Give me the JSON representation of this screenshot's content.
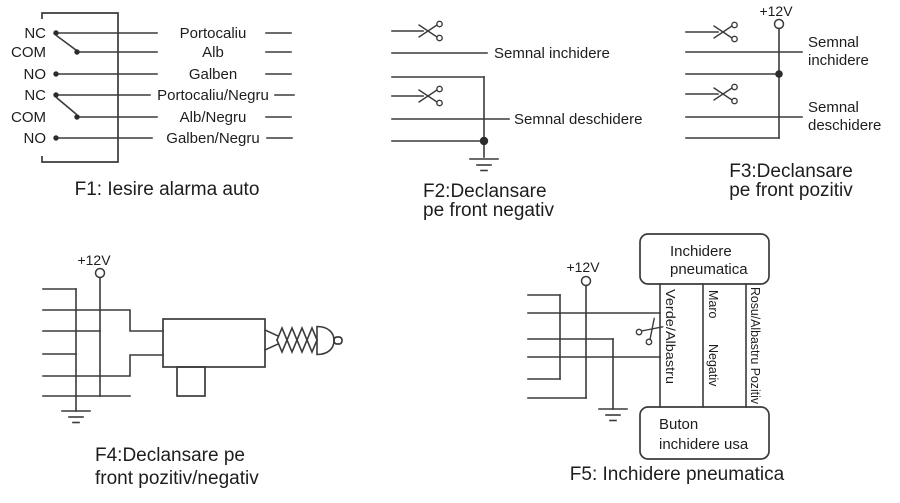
{
  "colors": {
    "line": "#3b3b3b",
    "text": "#1d1d1d",
    "background": "#ffffff"
  },
  "f1": {
    "contact_labels": [
      "NC",
      "COM",
      "NO",
      "NC",
      "COM",
      "NO"
    ],
    "wire_labels": [
      "Portocaliu",
      "Alb",
      "Galben",
      "Portocaliu/Negru",
      "Alb/Negru",
      "Galben/Negru"
    ],
    "caption": "F1: Iesire alarma auto"
  },
  "f2": {
    "signal_close": "Semnal inchidere",
    "signal_open": "Semnal deschidere",
    "caption_line1": "F2:Declansare",
    "caption_line2": "pe front negativ"
  },
  "f3": {
    "power": "+12V",
    "signal_close_line1": "Semnal",
    "signal_close_line2": "inchidere",
    "signal_open_line1": "Semnal",
    "signal_open_line2": "deschidere",
    "caption_line1": "F3:Declansare",
    "caption_line2": "pe front pozitiv"
  },
  "f4": {
    "power": "+12V",
    "caption_line1": "F4:Declansare pe",
    "caption_line2": "front pozitiv/negativ"
  },
  "f5": {
    "power": "+12V",
    "unit_label_line1": "Inchidere",
    "unit_label_line2": "pneumatica",
    "button_label_line1": "Buton",
    "button_label_line2": "inchidere usa",
    "wire_labels": [
      "Verde/Albastru",
      "Maro",
      "Negativ",
      "Rosu/Albastru Pozitiv"
    ],
    "caption": "F5: Inchidere pneumatica"
  }
}
